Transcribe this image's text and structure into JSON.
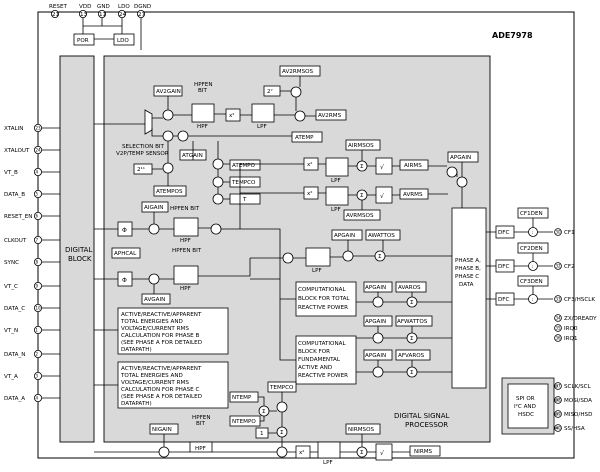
{
  "top_pins": [
    {
      "label": "RESET",
      "num": "21"
    },
    {
      "label": "VDD",
      "num": "13"
    },
    {
      "label": "GND",
      "num": "11"
    },
    {
      "label": "LDO",
      "num": "24"
    },
    {
      "label": "DGND",
      "num": "27"
    }
  ],
  "chip_name": "ADE7978",
  "por_label": "POR",
  "ldo_label": "LDO",
  "left_pins": [
    {
      "label": "XTALIN",
      "num": "23"
    },
    {
      "label": "XTALOUT",
      "num": "24"
    },
    {
      "label": "VT_B",
      "num": "4"
    },
    {
      "label": "DATA_B",
      "num": "5"
    },
    {
      "label": "RESET_EN",
      "num": "6"
    },
    {
      "label": "CLKOUT",
      "num": "7"
    },
    {
      "label": "SYNC",
      "num": "8"
    },
    {
      "label": "VT_C",
      "num": "9"
    },
    {
      "label": "DATA_C",
      "num": "10"
    },
    {
      "label": "VT_N",
      "num": "1"
    },
    {
      "label": "DATA_N",
      "num": "2"
    },
    {
      "label": "VT_A",
      "num": "3"
    },
    {
      "label": "DATA_A",
      "num": "4"
    }
  ],
  "right_pins": [
    {
      "label": "CF1",
      "num": "30"
    },
    {
      "label": "CF2",
      "num": "32"
    },
    {
      "label": "CF3/HSCLK",
      "num": "33"
    },
    {
      "label": "ZX/DREADY",
      "num": "34"
    },
    {
      "label": "IRQ0",
      "num": "35"
    },
    {
      "label": "IRQ1",
      "num": "36"
    },
    {
      "label": "SCLK/SCL",
      "num": "37"
    },
    {
      "label": "MOSI/SDA",
      "num": "38"
    },
    {
      "label": "MISO/HSD",
      "num": "39"
    },
    {
      "label": "SS/HSA",
      "num": "40"
    }
  ],
  "digital_block": [
    "DIGITAL",
    "BLOCK"
  ],
  "dsp_label": [
    "DIGITAL SIGNAL",
    "PROCESSOR"
  ],
  "phase_box": [
    "PHASE A,",
    "PHASE B,",
    "PHASE C",
    "DATA"
  ],
  "spi_box": [
    "SPI OR",
    "I²C AND",
    "HSDC"
  ],
  "dfc": "DFC",
  "cfden": [
    "CF1DEN",
    "CF2DEN",
    "CF3DEN"
  ],
  "regs": {
    "av2gain": "AV2GAIN",
    "av2rmsos": "AV2RMSOS",
    "av2rms": "AV2RMS",
    "hpfen_bit": "HPFEN",
    "bit": "BIT",
    "hpfen_bit_inline": "HPFEN BIT",
    "hpf": "HPF",
    "lpf": "LPF",
    "x2": "x²",
    "two7": "2⁷",
    "two11": "2¹¹",
    "atemp": "ATEMP",
    "atgain": "ATGAIN",
    "atempo": "ATEMPO",
    "tempco": "TEMPCO",
    "t": "T",
    "atempos": "ATEMPOS",
    "airmsos": "AIRMSOS",
    "airms": "AIRMS",
    "apgain": "APGAIN",
    "avrmsos": "AVRMSOS",
    "avrms": "AVRMS",
    "aigain": "AIGAIN",
    "aphcal": "APHCAL",
    "avgain": "AVGAIN",
    "awattos": "AWATTOS",
    "avaros": "AVAROS",
    "afwattos": "AFWATTOS",
    "afvaros": "AFVAROS",
    "ntemp": "NTEMP",
    "ntempo": "NTEMPO",
    "one": "1",
    "nigain": "NIGAIN",
    "nirmsos": "NIRMSOS",
    "nirms": "NIRMS",
    "phi": "Φ",
    "sqrt": "√",
    "sigma": "Σ",
    "colon": ":"
  },
  "selection_label": [
    "SELECTION BIT",
    "V2P/TEMP SENSOR"
  ],
  "reactive_box": [
    "COMPUTATIONAL",
    "BLOCK FOR TOTAL",
    "REACTIVE POWER"
  ],
  "fundamental_box": [
    "COMPUTATIONAL",
    "BLOCK FOR",
    "FUNDAMENTAL",
    "ACTIVE AND",
    "REACTIVE POWER"
  ],
  "phase_b_box": [
    "ACTIVE/REACTIVE/APPARENT",
    "TOTAL ENERGIES AND",
    "VOLTAGE/CURRENT RMS",
    "CALCULATION FOR PHASE B",
    "(SEE PHASE A FOR DETAILED",
    "DATAPATH)"
  ],
  "phase_c_box": [
    "ACTIVE/REACTIVE/APPARENT",
    "TOTAL ENERGIES AND",
    "VOLTAGE/CURRENT RMS",
    "CALCULATION FOR PHASE C",
    "(SEE PHASE A FOR DETAILED",
    "DATAPATH)"
  ]
}
